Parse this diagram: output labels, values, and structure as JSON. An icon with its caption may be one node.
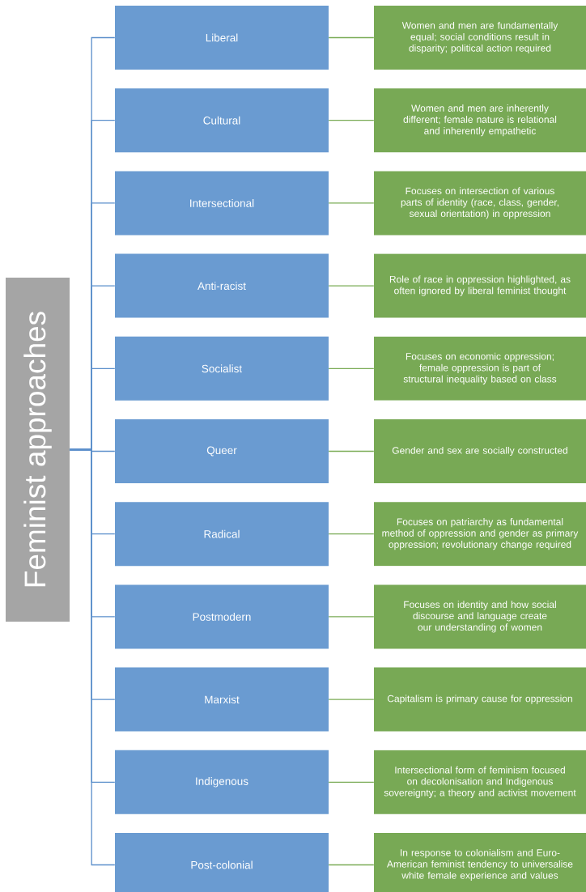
{
  "diagram": {
    "nodes": [
      {
        "text": [
          "Feminist approaches"
        ]
      },
      {
        "text": [
          "Liberal"
        ]
      },
      {
        "text": [
          "Women and men are fundamentally equal; social conditions result in disparity; political action required"
        ]
      },
      {
        "text": [
          "Cultural"
        ]
      },
      {
        "text": [
          "Women and men are inherently different; female nature is relational and inherently empathetic"
        ]
      },
      {
        "text": [
          "Intersectional"
        ]
      },
      {
        "text": [
          "Focuses on intersection of various parts of identity (race, class, gender, sexual orientation) in oppression"
        ]
      },
      {
        "text": [
          "Anti-racist"
        ]
      },
      {
        "text": [
          "Role of race in oppression highlighted, as often ignored by liberal feminist thought"
        ]
      },
      {
        "text": [
          "Socialist"
        ]
      },
      {
        "text": [
          "Focuses on economic oppression; female oppression is part of structural inequality based on class"
        ]
      },
      {
        "text": [
          "Queer"
        ]
      },
      {
        "text": [
          "Gender and sex are socially constructed"
        ]
      },
      {
        "text": [
          "Radical"
        ]
      },
      {
        "text": [
          "Focuses on patriarchy as fundamental method of oppression and gender as primary oppression; revolutionary change required"
        ]
      },
      {
        "text": [
          "Postmodern"
        ]
      },
      {
        "text": [
          "Focuses on identity and how social discourse and language create our understanding of women"
        ]
      },
      {
        "text": [
          "Marxist"
        ]
      },
      {
        "text": [
          "Capitalism is primary cause for oppression"
        ]
      },
      {
        "text": [
          "Indigenous"
        ]
      },
      {
        "text": [
          "Intersectional form of feminism focused on decolonisation and Indigenous sovereignty; a theory and activist movement"
        ]
      },
      {
        "text": [
          "Post-colonial"
        ]
      },
      {
        "text": [
          "In response to colonialism and Euro-American feminist tendency to universalise white female experience and values"
        ]
      }
    ],
    "edges": [
      {
        "from": 0,
        "to": 1,
        "arrow": "none",
        "color": "#5b8fcb"
      },
      {
        "from": 0,
        "to": 3,
        "arrow": "none",
        "color": "#5b8fcb"
      },
      {
        "from": 0,
        "to": 5,
        "arrow": "none",
        "color": "#5b8fcb"
      },
      {
        "from": 0,
        "to": 7,
        "arrow": "none",
        "color": "#5b8fcb"
      },
      {
        "from": 0,
        "to": 9,
        "arrow": "none",
        "color": "#5b8fcb"
      },
      {
        "from": 0,
        "to": 11,
        "arrow": "none",
        "color": "#5b8fcb"
      },
      {
        "from": 0,
        "to": 13,
        "arrow": "none",
        "color": "#5b8fcb"
      },
      {
        "from": 0,
        "to": 15,
        "arrow": "none",
        "color": "#5b8fcb"
      },
      {
        "from": 0,
        "to": 17,
        "arrow": "none",
        "color": "#5b8fcb"
      },
      {
        "from": 0,
        "to": 19,
        "arrow": "none",
        "color": "#5b8fcb"
      },
      {
        "from": 0,
        "to": 21,
        "arrow": "none",
        "color": "#5b8fcb"
      },
      {
        "from": 1,
        "to": 2,
        "arrow": "none",
        "color": "#7aab55"
      },
      {
        "from": 3,
        "to": 4,
        "arrow": "none",
        "color": "#7aab55"
      },
      {
        "from": 5,
        "to": 6,
        "arrow": "none",
        "color": "#7aab55"
      },
      {
        "from": 7,
        "to": 8,
        "arrow": "none",
        "color": "#7aab55"
      },
      {
        "from": 9,
        "to": 10,
        "arrow": "none",
        "color": "#7aab55"
      },
      {
        "from": 11,
        "to": 12,
        "arrow": "none",
        "color": "#7aab55"
      },
      {
        "from": 13,
        "to": 14,
        "arrow": "none",
        "color": "#7aab55"
      },
      {
        "from": 15,
        "to": 16,
        "arrow": "none",
        "color": "#7aab55"
      },
      {
        "from": 17,
        "to": 18,
        "arrow": "none",
        "color": "#7aab55"
      },
      {
        "from": 19,
        "to": 20,
        "arrow": "none",
        "color": "#7aab55"
      },
      {
        "from": 21,
        "to": 22,
        "arrow": "none",
        "color": "#7aab55"
      }
    ]
  }
}
